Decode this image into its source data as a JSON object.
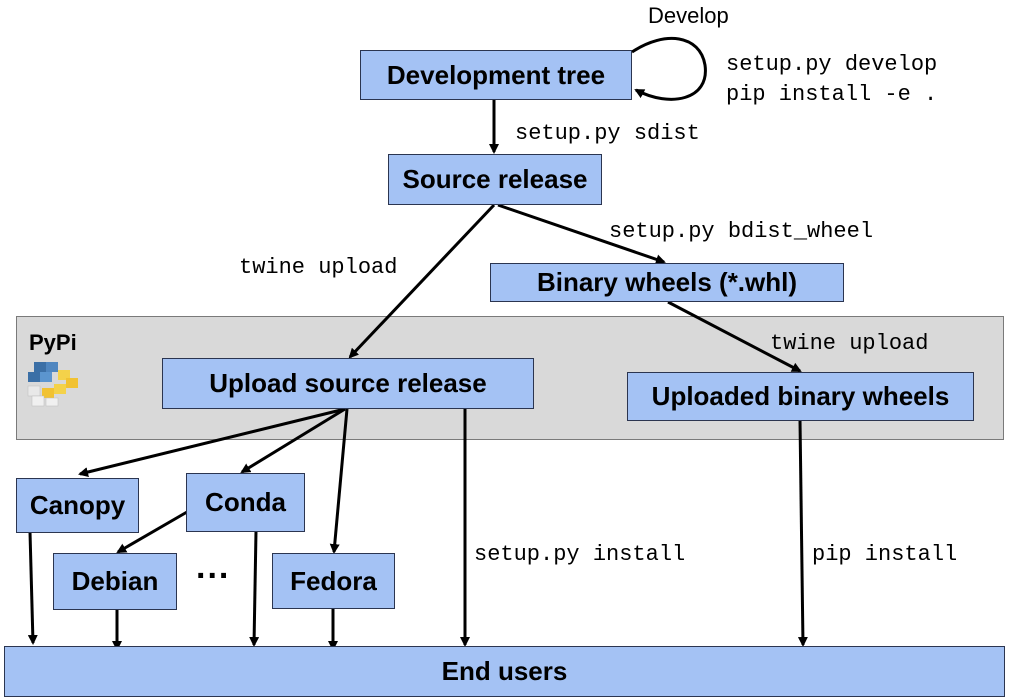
{
  "title_develop": "Develop",
  "nodes": {
    "dev_tree": "Development  tree",
    "source_release": "Source release",
    "binary_wheels": "Binary wheels (*.whl)",
    "upload_source": "Upload source release",
    "uploaded_wheels": "Uploaded binary wheels",
    "canopy": "Canopy",
    "conda": "Conda",
    "debian": "Debian",
    "fedora": "Fedora",
    "end_users": "End users"
  },
  "pypi_label": "PyPi",
  "ellipsis": "...",
  "edge_labels": {
    "develop_cmd1": "setup.py develop",
    "develop_cmd2": "pip install -e .",
    "sdist": "setup.py sdist",
    "bdist_wheel": "setup.py bdist_wheel",
    "twine_upload_left": "twine upload",
    "twine_upload_right": "twine upload",
    "setup_install": "setup.py install",
    "pip_install": "pip install"
  },
  "colors": {
    "node_fill": "#a4c2f4",
    "pypi_area": "#d9d9d9"
  },
  "icons": [
    "python-logo-icon"
  ]
}
